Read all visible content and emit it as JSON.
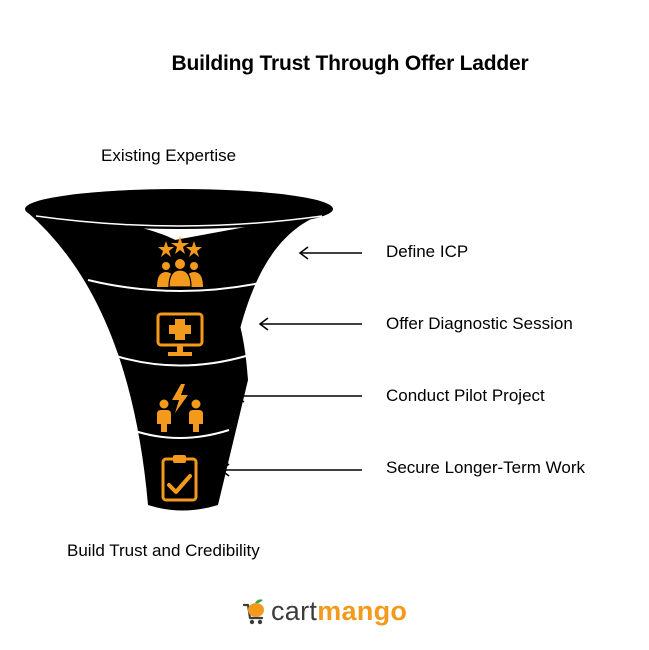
{
  "title": "Building Trust Through Offer Ladder",
  "top_label": "Existing Expertise",
  "bottom_label": "Build Trust and Credibility",
  "stages": [
    {
      "label": "Define ICP",
      "icon": "stars-group-icon"
    },
    {
      "label": "Offer Diagnostic Session",
      "icon": "monitor-medical-cross-icon"
    },
    {
      "label": "Conduct Pilot Project",
      "icon": "people-lightning-icon"
    },
    {
      "label": "Secure Longer-Term Work",
      "icon": "clipboard-check-icon"
    }
  ],
  "logo": {
    "part1": "cart",
    "part2": "mango",
    "icon": "mango-cart-icon"
  },
  "colors": {
    "funnel": "#000000",
    "accent": "#f39a1d",
    "divider": "#ffffff",
    "logo_text": "#3c3c3c"
  }
}
